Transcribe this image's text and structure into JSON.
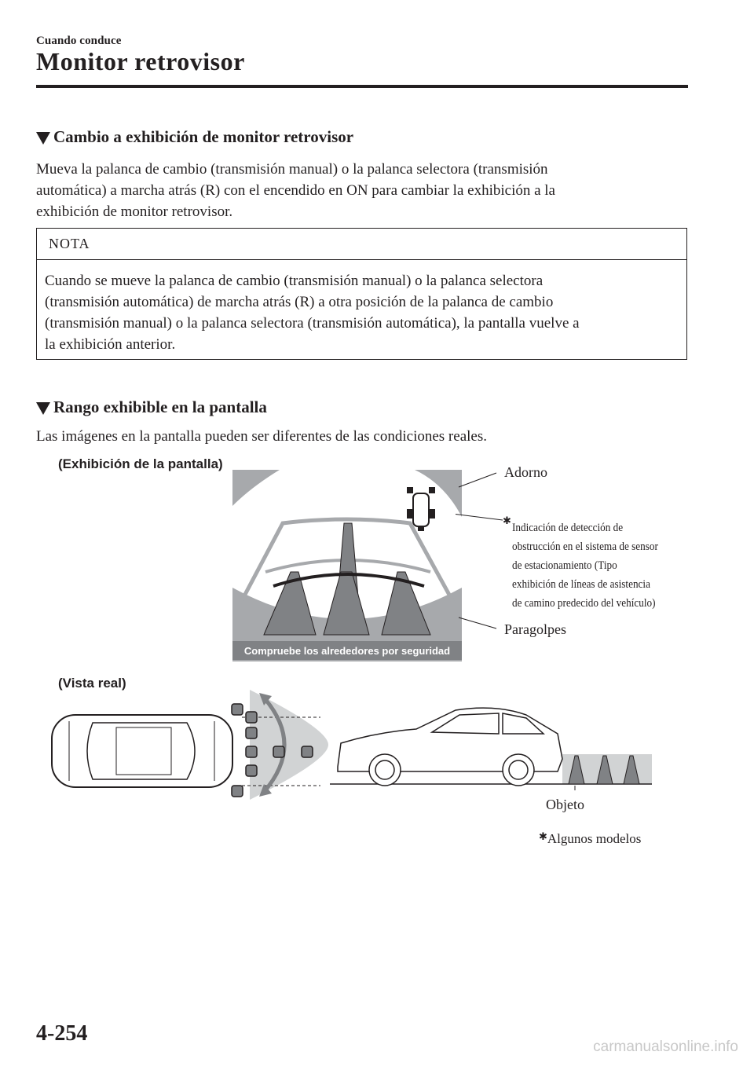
{
  "header": {
    "section": "Cuando conduce",
    "title": "Monitor retrovisor"
  },
  "section1": {
    "heading": "Cambio a exhibición de monitor retrovisor",
    "lines": [
      "Mueva la palanca de cambio (transmisión manual) o la palanca selectora (transmisión",
      "automática) a marcha atrás (R) con el encendido en ON para cambiar la exhibición a la",
      "exhibición de monitor retrovisor."
    ]
  },
  "note": {
    "label": "NOTA",
    "lines": [
      "Cuando se mueve la palanca de cambio (transmisión manual) o la palanca selectora",
      "(transmisión automática) de marcha atrás (R) a otra posición de la palanca de cambio",
      "(transmisión manual) o la palanca selectora (transmisión automática), la pantalla vuelve a",
      "la exhibición anterior."
    ]
  },
  "section2": {
    "heading": "Rango exhibible en la pantalla",
    "text": "Las imágenes en la pantalla pueden ser diferentes de las condiciones reales."
  },
  "figure": {
    "display_caption": "(Exhibición de la pantalla)",
    "real_caption": "(Vista real)",
    "screen_banner": "Compruebe los alrededores por seguridad",
    "callout_trim": "Adorno",
    "callout_indicator_lines": [
      "Indicación de detección de",
      "obstrucción en el sistema de sensor",
      "de estacionamiento (Tipo",
      "exhibición de líneas de asistencia",
      "de camino predecido del vehículo)"
    ],
    "callout_bumper": "Paragolpes",
    "callout_object": "Objeto",
    "footnote": "Algunos modelos",
    "asterisk": "✱"
  },
  "footer": {
    "page_number": "4-254",
    "watermark": "carmanualsonline.info"
  },
  "colors": {
    "ink": "#231f20",
    "gray_panel": "#a7a9ac",
    "light_gray": "#d1d3d4",
    "cone": "#808285"
  }
}
